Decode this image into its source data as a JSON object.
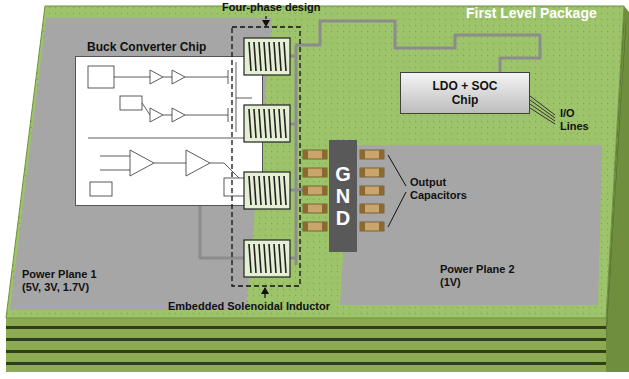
{
  "diagram": {
    "nodes": [
      {
        "text": [
          "Power Plane 1 (5V, 3V, 1.7V)"
        ]
      },
      {
        "text": [
          "Buck Converter Chip"
        ],
        "in": 0
      },
      {
        "text": [
          "LDO + SOC Chip"
        ]
      },
      {
        "text": [
          "Power Plane 2 (1V)"
        ]
      },
      {
        "text": [
          "GND"
        ]
      }
    ],
    "labels": [
      "Four-phase design",
      "First Level Package",
      "I/O Lines",
      "Output Capacitors",
      "Embedded Solenoidal Inductor"
    ]
  }
}
